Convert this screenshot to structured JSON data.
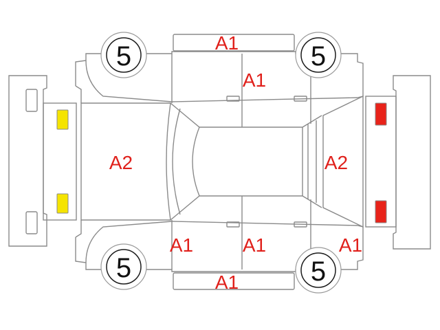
{
  "colors": {
    "outline": "#8a8a8a",
    "damage_code": "#e0201b",
    "front_lamp": "#f5e400",
    "rear_lamp": "#e8231a"
  },
  "tire_grades": {
    "front_left": "5",
    "rear_left": "5",
    "front_right": "5",
    "rear_right": "5"
  },
  "damage_codes": {
    "top_bumper_side": "A1",
    "left_rear_door": "A1",
    "hood": "A2",
    "trunk": "A2",
    "right_front_fender": "A1",
    "right_rear_door": "A1",
    "right_rear_quarter": "A1",
    "bottom_bumper_side": "A1"
  }
}
